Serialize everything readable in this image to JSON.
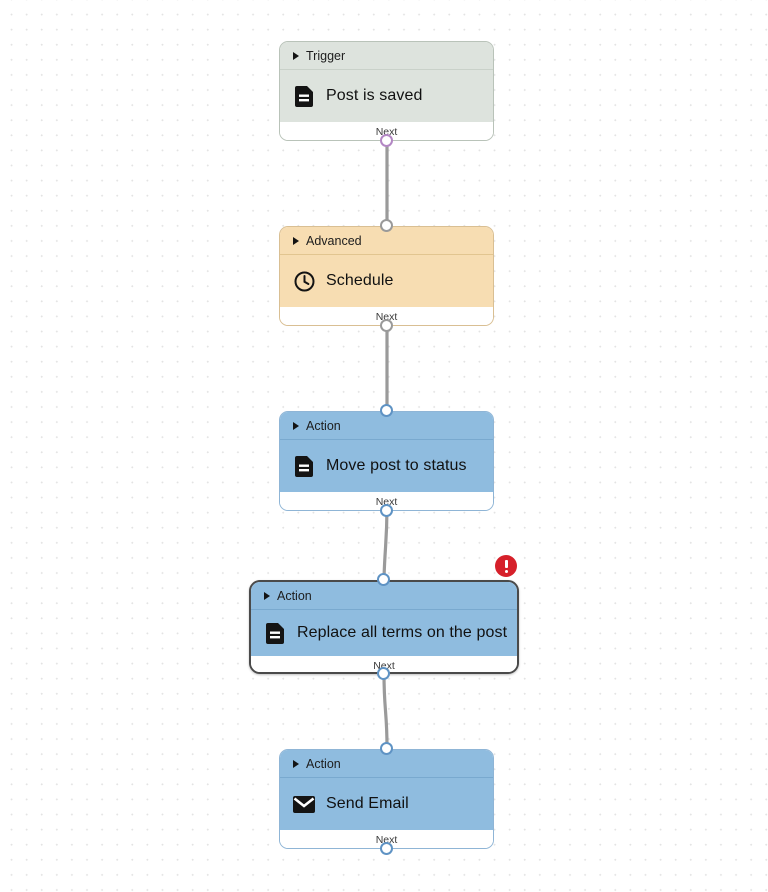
{
  "canvas": {
    "grid": "dot-grid",
    "background_color": "#ffffff",
    "dot_color": "#e3e3e3"
  },
  "colors": {
    "trigger_fill": "#dde3dd",
    "trigger_border": "#b9c3b9",
    "advanced_fill": "#f7ddb2",
    "advanced_border": "#d9bf93",
    "action_fill": "#8fbcdf",
    "action_border": "#8fb5d6",
    "selected_border": "#4a4a4a",
    "error_badge": "#d6202a",
    "connector": "#9a9a9a",
    "port_purple": "#b388c4"
  },
  "nodes": [
    {
      "id": "node-trigger",
      "category": "Trigger",
      "title": "Post is saved",
      "icon": "document-icon",
      "footer_label": "Next",
      "type": "trigger",
      "selected": false,
      "has_error": false
    },
    {
      "id": "node-advanced",
      "category": "Advanced",
      "title": "Schedule",
      "icon": "clock-icon",
      "footer_label": "Next",
      "type": "advanced",
      "selected": false,
      "has_error": false
    },
    {
      "id": "node-move-post",
      "category": "Action",
      "title": "Move post to status",
      "icon": "document-icon",
      "footer_label": "Next",
      "type": "action",
      "selected": false,
      "has_error": false
    },
    {
      "id": "node-replace-terms",
      "category": "Action",
      "title": "Replace all terms on the post",
      "icon": "document-icon",
      "footer_label": "Next",
      "type": "action",
      "selected": true,
      "has_error": true
    },
    {
      "id": "node-send-email",
      "category": "Action",
      "title": "Send Email",
      "icon": "envelope-icon",
      "footer_label": "Next",
      "type": "action",
      "selected": false,
      "has_error": false
    }
  ],
  "error_badge": {
    "icon": "exclamation-icon",
    "node": "node-replace-terms"
  }
}
